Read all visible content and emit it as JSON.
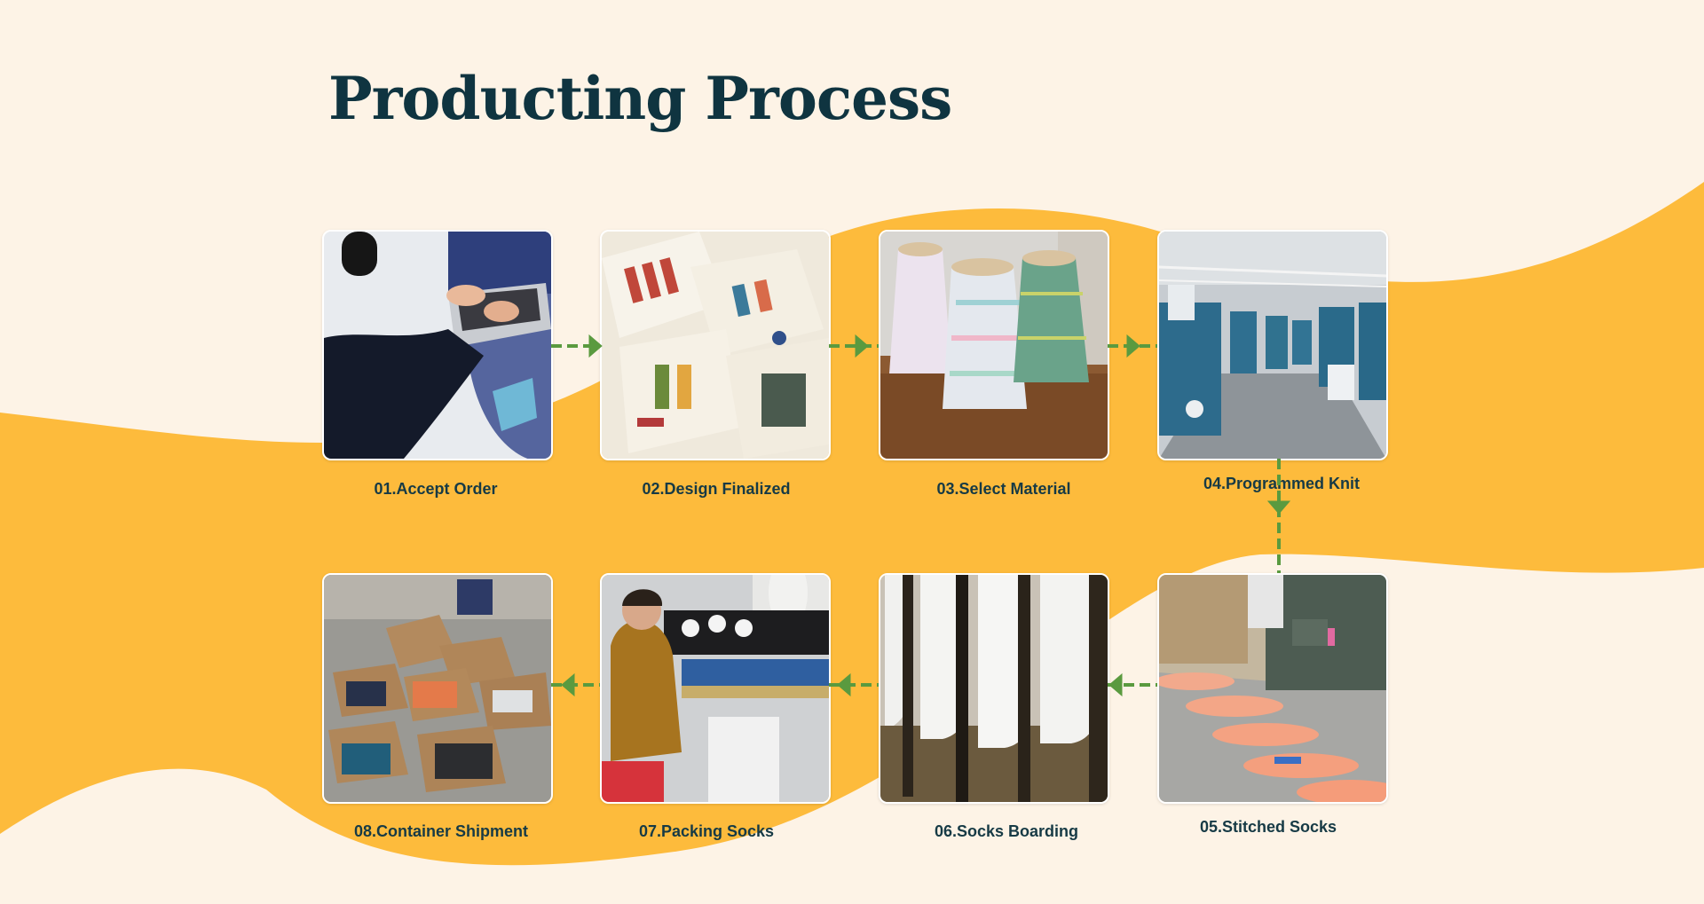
{
  "title": "Producting Process",
  "colors": {
    "background": "#fdf3e6",
    "wave": "#fdbb3c",
    "title": "#0f3440",
    "label": "#163a45",
    "arrow": "#5a9a3f"
  },
  "steps": [
    {
      "label": "01.Accept Order",
      "image": "laptop-typing-photo"
    },
    {
      "label": "02.Design Finalized",
      "image": "sock-design-sheets-photo"
    },
    {
      "label": "03.Select Material",
      "image": "yarn-cones-photo"
    },
    {
      "label": "04.Programmed Knit",
      "image": "knitting-machines-photo"
    },
    {
      "label": "05.Stitched Socks",
      "image": "sewing-machine-photo"
    },
    {
      "label": "06.Socks Boarding",
      "image": "boarding-forms-photo"
    },
    {
      "label": "07.Packing Socks",
      "image": "worker-packing-photo"
    },
    {
      "label": "08.Container Shipment",
      "image": "shipping-boxes-photo"
    }
  ],
  "arrows": [
    {
      "from": "01",
      "to": "02",
      "direction": "right"
    },
    {
      "from": "02",
      "to": "03",
      "direction": "right"
    },
    {
      "from": "03",
      "to": "04",
      "direction": "right"
    },
    {
      "from": "04",
      "to": "05",
      "direction": "down"
    },
    {
      "from": "05",
      "to": "06",
      "direction": "left"
    },
    {
      "from": "06",
      "to": "07",
      "direction": "left"
    },
    {
      "from": "07",
      "to": "08",
      "direction": "left"
    }
  ]
}
